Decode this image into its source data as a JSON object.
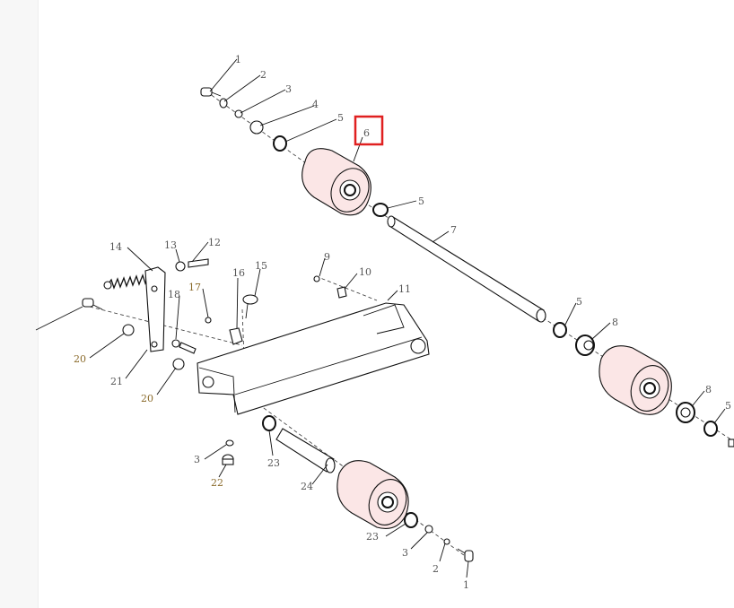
{
  "diagram": {
    "type": "exploded parts view",
    "highlight_label": "6",
    "colors": {
      "roller_fill": "#fbe6e6",
      "highlight": "#e02020",
      "line": "#111111"
    },
    "labels": [
      "1",
      "2",
      "3",
      "4",
      "5",
      "6",
      "5",
      "7",
      "5",
      "8",
      "8",
      "5",
      "9",
      "10",
      "11",
      "12",
      "13",
      "14",
      "15",
      "16",
      "17",
      "18",
      "20",
      "21",
      "20",
      "3",
      "22",
      "23",
      "24",
      "23",
      "3",
      "2",
      "1"
    ]
  }
}
